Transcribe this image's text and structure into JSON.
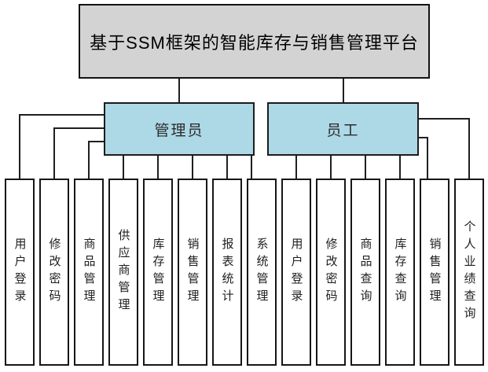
{
  "diagram": {
    "title": "基于SSM框架的智能库存与销售管理平台",
    "roles": [
      {
        "id": "admin",
        "label": "管理员"
      },
      {
        "id": "employee",
        "label": "员工"
      }
    ],
    "leaves": [
      {
        "label": "用户登录",
        "parent": "管理员"
      },
      {
        "label": "修改密码",
        "parent": "管理员"
      },
      {
        "label": "商品管理",
        "parent": "管理员"
      },
      {
        "label": "供应商管理",
        "parent": "管理员"
      },
      {
        "label": "库存管理",
        "parent": "管理员"
      },
      {
        "label": "销售管理",
        "parent": "管理员"
      },
      {
        "label": "报表统计",
        "parent": "管理员"
      },
      {
        "label": "系统管理",
        "parent": "管理员"
      },
      {
        "label": "用户登录",
        "parent": "员工"
      },
      {
        "label": "修改密码",
        "parent": "员工"
      },
      {
        "label": "商品查询",
        "parent": "员工"
      },
      {
        "label": "库存查询",
        "parent": "员工"
      },
      {
        "label": "销售管理",
        "parent": "员工"
      },
      {
        "label": "个人业绩查询",
        "parent": "员工"
      }
    ],
    "colors": {
      "title_fill": "#d3d3d3",
      "role_fill": "#add8e6",
      "leaf_fill": "#ffffff",
      "border": "#161616",
      "line": "#1f1f1f"
    }
  }
}
